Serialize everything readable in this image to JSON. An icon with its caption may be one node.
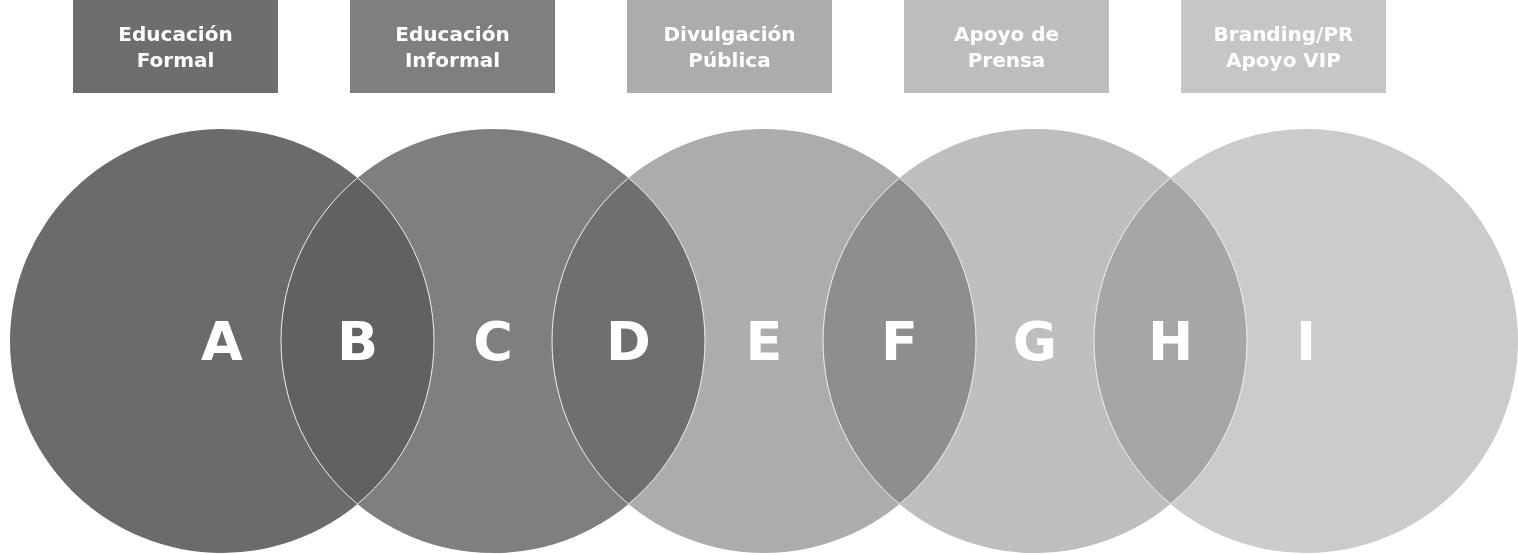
{
  "diagram": {
    "nodes": [
      {
        "text": [
          "Educación Formal"
        ]
      },
      {
        "text": [
          "Educación Informal"
        ]
      },
      {
        "text": [
          "Divulgación Pública"
        ]
      },
      {
        "text": [
          "Apoyo de Prensa"
        ]
      },
      {
        "text": [
          "Branding/PR Apoyo VIP"
        ]
      }
    ],
    "labels": [
      "A",
      "B",
      "C",
      "D",
      "E",
      "F",
      "G",
      "H",
      "I"
    ]
  }
}
